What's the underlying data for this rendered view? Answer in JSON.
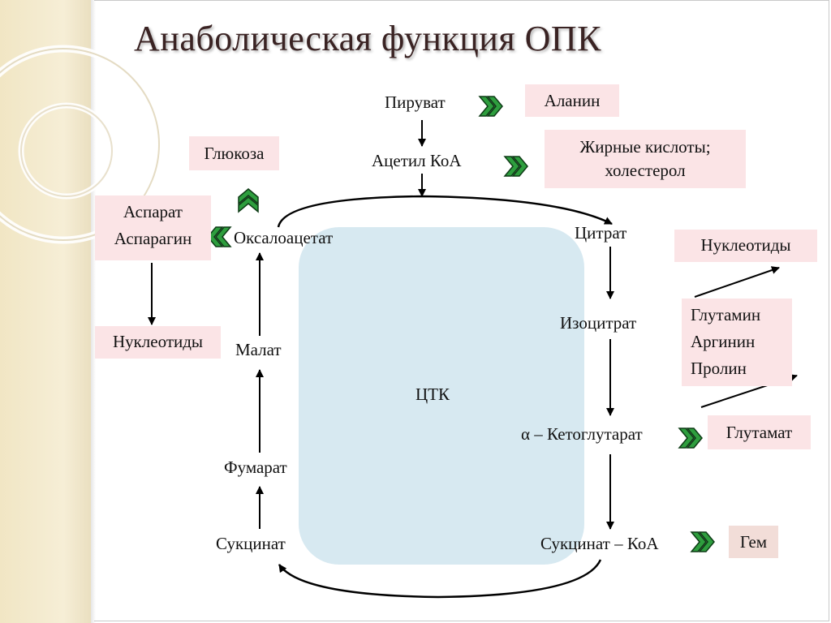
{
  "title": "Анаболическая функция ОПК",
  "center_label": "ЦТК",
  "cycle": {
    "pyruvate": "Пируват",
    "acetyl_coa": "Ацетил КоА",
    "oxaloacetate": "Оксалоацетат",
    "citrate": "Цитрат",
    "isocitrate": "Изоцитрат",
    "alpha_ketoglutarate": "α – Кетоглутарат",
    "succinyl_coa": "Сукцинат – КоА",
    "succinate": "Сукцинат",
    "fumarate": "Фумарат",
    "malate": "Малат"
  },
  "products": {
    "alanine": "Аланин",
    "fatty_acids_line1": "Жирные кислоты;",
    "fatty_acids_line2": "холестерол",
    "glucose": "Глюкоза",
    "aspartate": "Аспарат",
    "asparagine": "Аспарагин",
    "nucleotides_left": "Нуклеотиды",
    "nucleotides_right": "Нуклеотиды",
    "glutamine": "Глутамин",
    "arginine": "Аргинин",
    "proline": "Пролин",
    "glutamate": "Глутамат",
    "heme": "Гем"
  },
  "colors": {
    "product_box": "#fbe4e6",
    "heme_box": "#f2ddd8",
    "center_box": "#d7e9f1",
    "chevron_fill": "#2e9e3e",
    "chevron_outline": "#0e3b16",
    "title": "#3a2323",
    "left_strip": "#f1e6c4"
  },
  "icons": {
    "product_marker": "double-chevron-icon",
    "background_decoration": "ring-decoration"
  }
}
